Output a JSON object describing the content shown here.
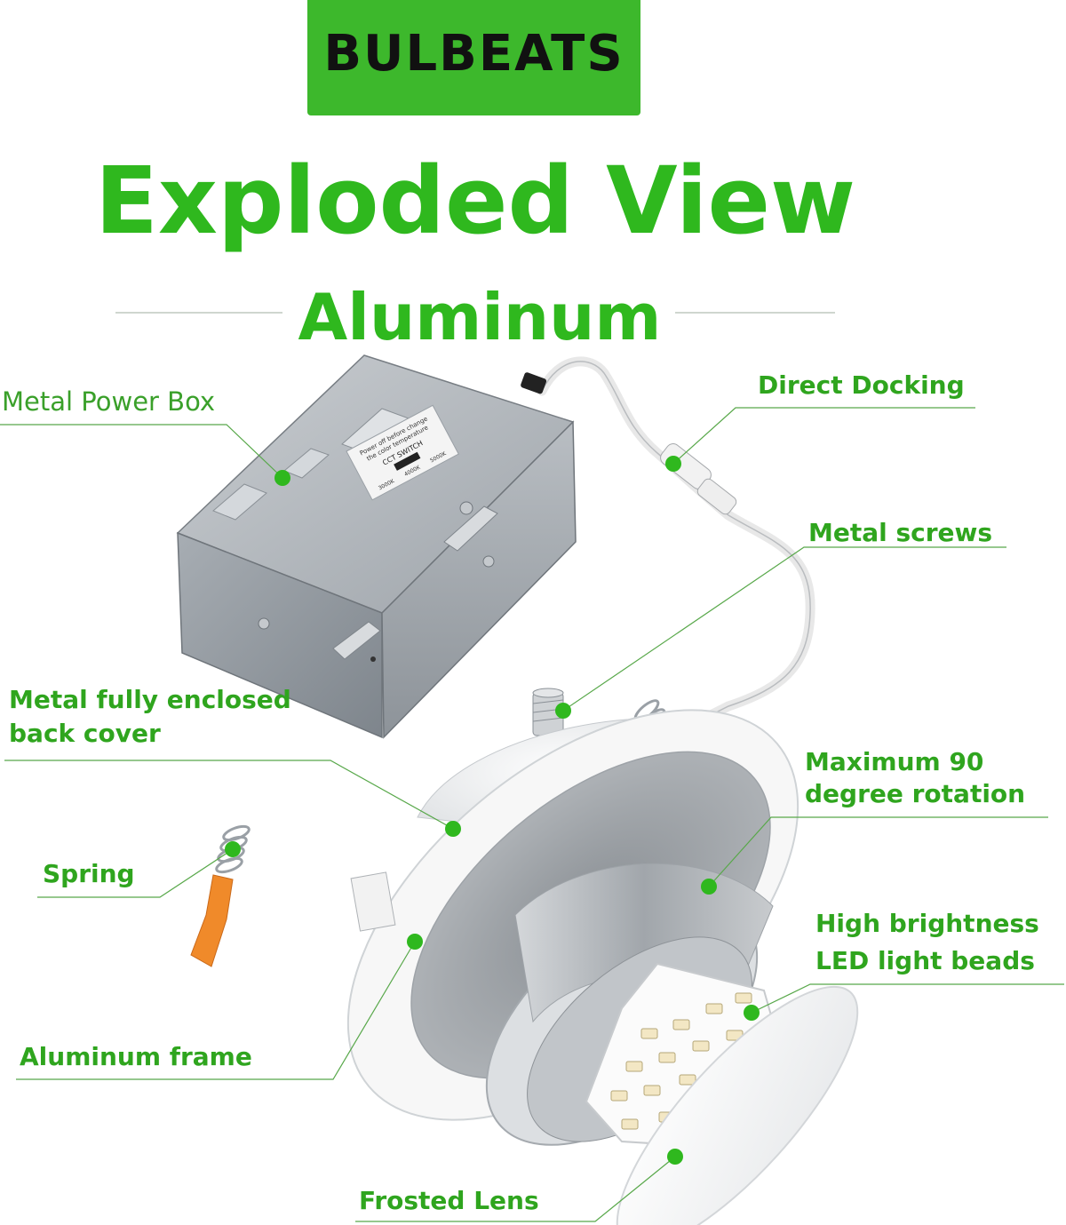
{
  "brand": {
    "name": "BULBEATS",
    "background_color": "#3db82c",
    "text_color": "#111111"
  },
  "title": "Exploded View",
  "subtitle": "Aluminum",
  "accent_color": "#2fb81e",
  "box_print": {
    "line1": "Power off before change",
    "line2": "the color temperature",
    "switch": "CCT SWITCH",
    "options": [
      "3000K",
      "4000K",
      "5000K"
    ]
  },
  "labels": {
    "power_box": "Metal Power Box",
    "direct_docking": "Direct Docking",
    "metal_screws": "Metal screws",
    "back_cover_line1": "Metal fully enclosed",
    "back_cover_line2": "back cover",
    "rotation_line1": "Maximum 90",
    "rotation_line2": "degree rotation",
    "spring": "Spring",
    "led_line1": "High brightness",
    "led_line2": "LED light beads",
    "aluminum_frame": "Aluminum frame",
    "frosted_lens": "Frosted Lens"
  }
}
